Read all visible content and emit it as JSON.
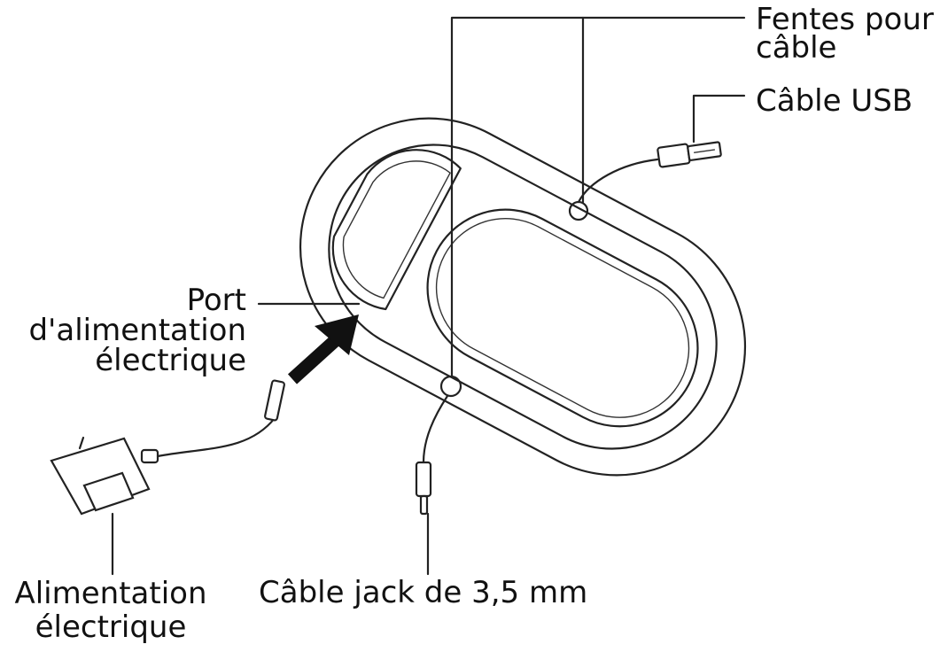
{
  "labels": {
    "cable_slots": [
      "Fentes pour",
      "câble"
    ],
    "usb_cable": "Câble USB",
    "power_port": [
      "Port",
      "d'alimentation",
      "électrique"
    ],
    "power_supply": [
      "Alimentation",
      "électrique"
    ],
    "jack_cable": "Câble jack de 3,5 mm"
  },
  "icons": [
    "speaker-base",
    "power-adapter",
    "usb-connector",
    "jack-connector",
    "arrow-pointer"
  ],
  "colors": {
    "ink": "#111111",
    "paper": "#ffffff"
  }
}
